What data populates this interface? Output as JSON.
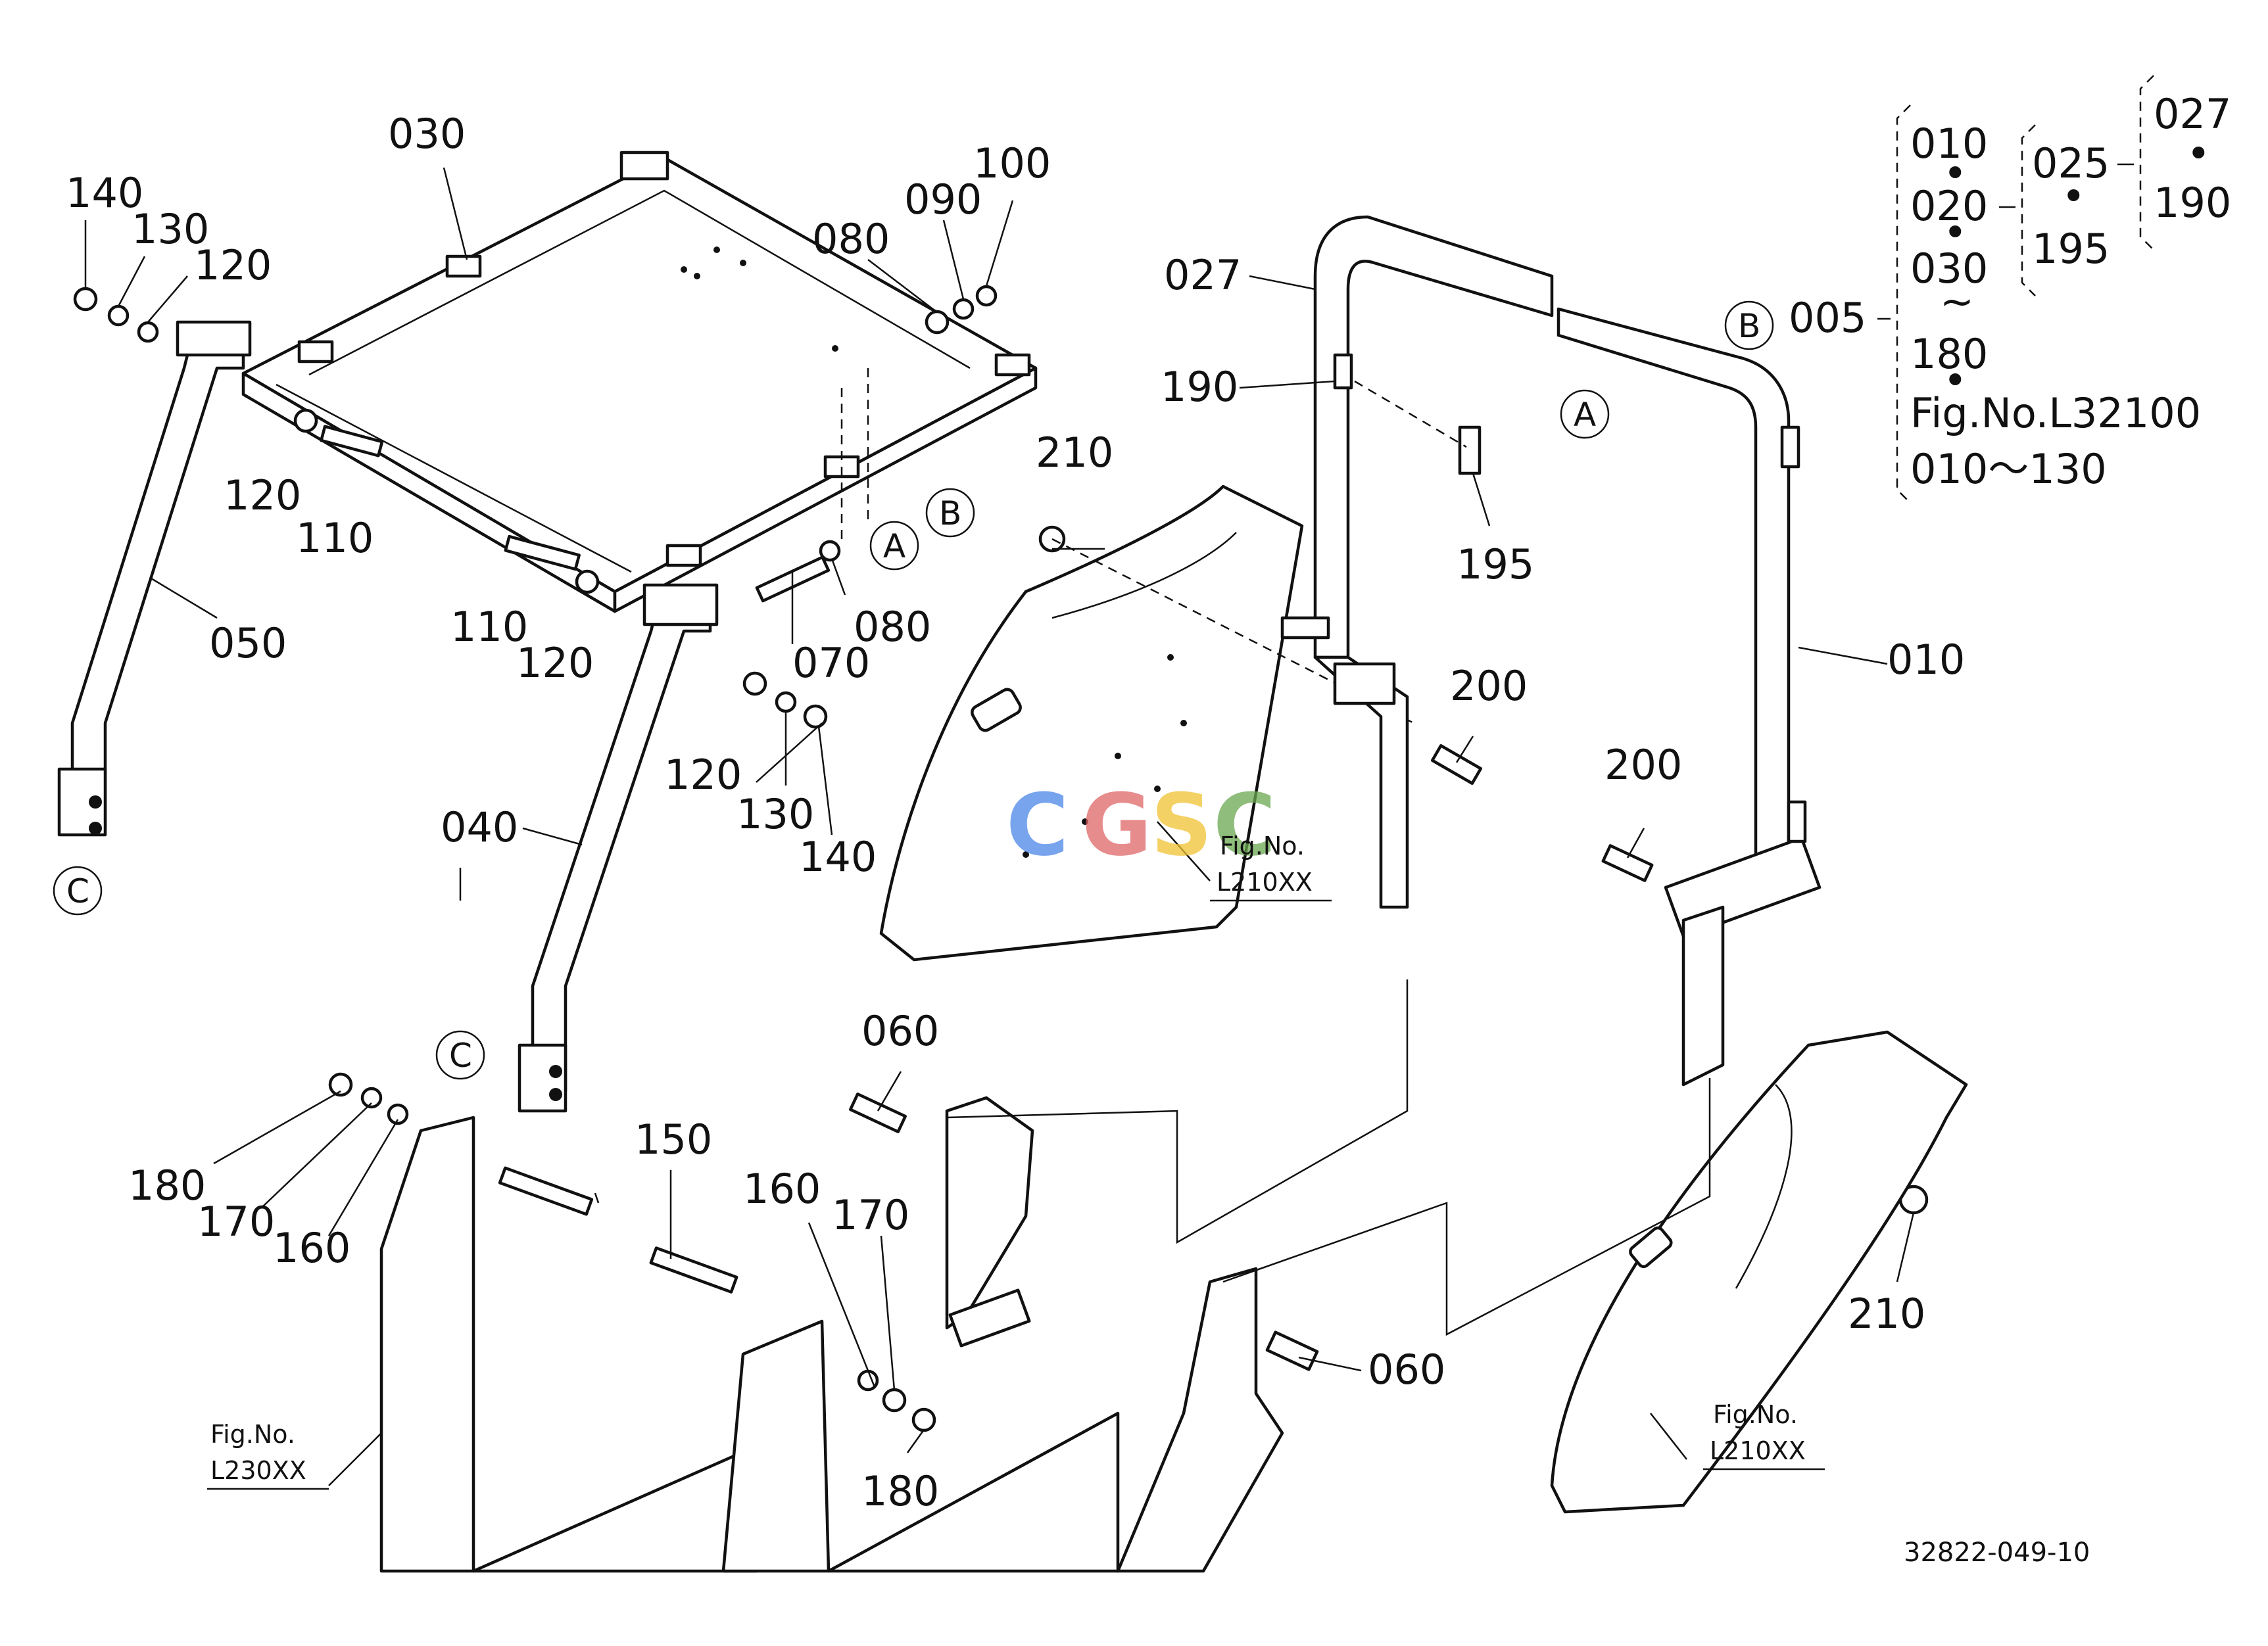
{
  "labels": {
    "p030": "030",
    "p140a": "140",
    "p130a": "130",
    "p120a": "120",
    "p080a": "080",
    "p090": "090",
    "p100": "100",
    "p120b": "120",
    "p110a": "110",
    "p110b": "110",
    "p120c": "120",
    "p070": "070",
    "p080b": "080",
    "p050": "050",
    "p120d": "120",
    "p130b": "130",
    "p140b": "140",
    "p040": "040",
    "p027": "027",
    "p190": "190",
    "p210a": "210",
    "p195": "195",
    "p200a": "200",
    "p010": "010",
    "p200b": "200",
    "p060a": "060",
    "p150": "150",
    "p180a": "180",
    "p170a": "170",
    "p160a": "160",
    "p160b": "160",
    "p170b": "170",
    "p180b": "180",
    "p060b": "060",
    "p210b": "210"
  },
  "markers": {
    "a1": "A",
    "b1": "B",
    "a2": "A",
    "b2": "B",
    "c1": "C",
    "c2": "C"
  },
  "fig_refs": {
    "ref1_line1": "Fig.No.",
    "ref1_line2": "L210XX",
    "ref2_line1": "Fig.No.",
    "ref2_line2": "L230XX",
    "ref3_line1": "Fig.No.",
    "ref3_line2": "L210XX"
  },
  "assembly_tree": {
    "root": "005",
    "list": [
      "010",
      "020",
      "030",
      "~",
      "180",
      "Fig.No.L32100",
      "010～130"
    ],
    "sub": [
      "025",
      "195"
    ],
    "sub2": [
      "027",
      "190"
    ]
  },
  "watermark": {
    "text": "CGSC",
    "colors": [
      "#4a86e8",
      "#e06666",
      "#f1c232",
      "#6aa84f"
    ]
  },
  "diagram_code": "32822-049-10"
}
